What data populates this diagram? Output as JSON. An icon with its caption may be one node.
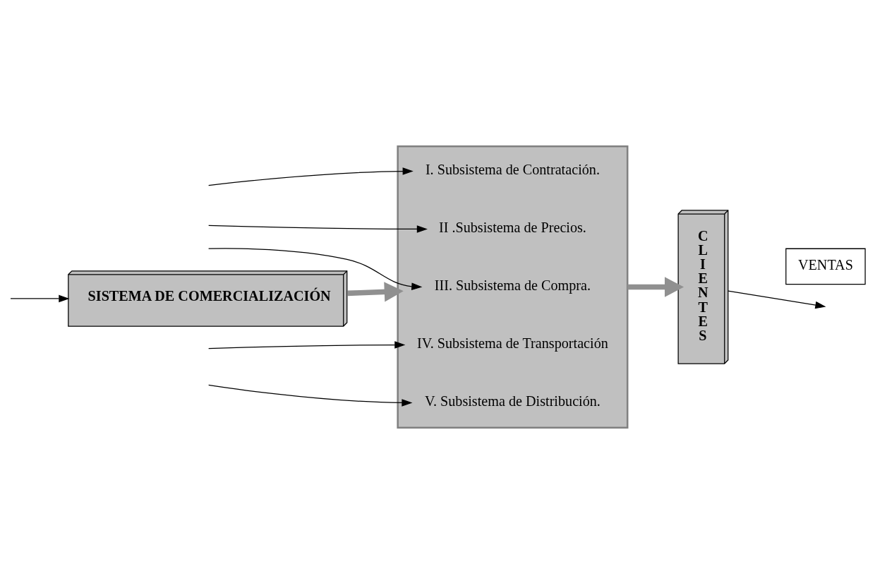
{
  "diagram": {
    "nodes": [
      {
        "text": [
          "SISTEMA DE COMERCIALIZACIÓN"
        ]
      },
      {
        "text": [],
        "shape": "box"
      },
      {
        "text": [
          "I. Subsistema de Contratación."
        ],
        "in": 1
      },
      {
        "text": [
          "II .Subsistema de Precios."
        ],
        "in": 1
      },
      {
        "text": [
          "III. Subsistema de Compra."
        ],
        "in": 1
      },
      {
        "text": [
          "IV. Subsistema de Transportación"
        ],
        "in": 1
      },
      {
        "text": [
          "V. Subsistema de Distribución."
        ],
        "in": 1
      },
      {
        "text": [
          "CLIENTES"
        ]
      },
      {
        "text": [
          "VENTAS"
        ]
      }
    ],
    "edges": [
      {
        "from": null,
        "to": 0,
        "arrow": "to"
      },
      {
        "from": 0,
        "to": 1,
        "arrow": "to",
        "style": "thick",
        "color": "#909090"
      },
      {
        "from": null,
        "to": 2,
        "arrow": "to"
      },
      {
        "from": null,
        "to": 3,
        "arrow": "to"
      },
      {
        "from": null,
        "to": 4,
        "arrow": "to"
      },
      {
        "from": null,
        "to": 5,
        "arrow": "to"
      },
      {
        "from": null,
        "to": 6,
        "arrow": "to"
      },
      {
        "from": 1,
        "to": 7,
        "arrow": "to",
        "style": "thick",
        "color": "#909090"
      },
      {
        "from": 7,
        "to": null,
        "arrow": "to"
      }
    ]
  }
}
